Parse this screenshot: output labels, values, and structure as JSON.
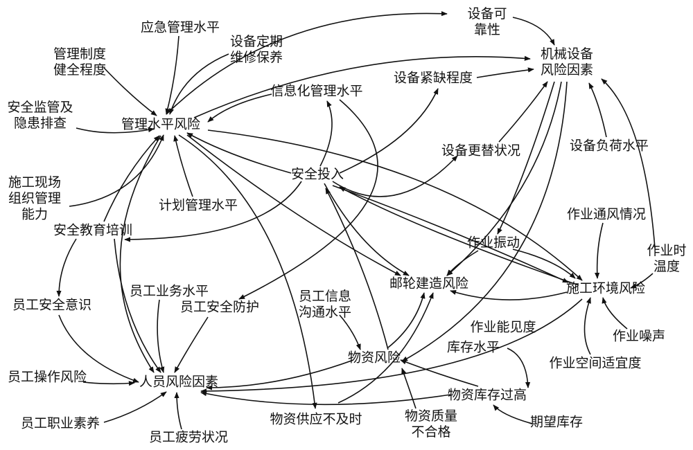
{
  "nodes": {
    "mechanical": [
      "机械设备",
      "风险因素"
    ],
    "equipReliability": [
      "设备可",
      "靠性"
    ],
    "emergencyMgmt": [
      "应急管理水平"
    ],
    "equipMaintenance": [
      "设备定期",
      "维修保养"
    ],
    "mgmtSystem": [
      "管理制度",
      "健全程度"
    ],
    "equipShortage": [
      "设备紧缺程度"
    ],
    "infoMgmt": [
      "信息化管理水平"
    ],
    "safetySupervision": [
      "安全监管及",
      "隐患排查"
    ],
    "mgmtRisk": [
      "管理水平风险"
    ],
    "equipLoad": [
      "设备负荷水平"
    ],
    "equipUpdate": [
      "设备更替状况"
    ],
    "safetyInput": [
      "安全投入"
    ],
    "siteOrg": [
      "施工现场",
      "组织管理",
      "能力"
    ],
    "planMgmt": [
      "计划管理水平"
    ],
    "ventilation": [
      "作业通风情况"
    ],
    "safetyTraining": [
      "安全教育培训"
    ],
    "vibration": [
      "作业振动"
    ],
    "workTemp": [
      "作业时",
      "温度"
    ],
    "cruiseRisk": [
      "邮轮建造风险"
    ],
    "envRisk": [
      "施工环境风险"
    ],
    "staffSkill": [
      "员工业务水平"
    ],
    "staffAwareness": [
      "员工安全意识"
    ],
    "staffProtection": [
      "员工安全防护"
    ],
    "staffComm": [
      "员工信息",
      "沟通水平"
    ],
    "visibility": [
      "作业能见度"
    ],
    "noise": [
      "作业噪声"
    ],
    "inventoryLevel": [
      "库存水平"
    ],
    "materialRisk": [
      "物资风险"
    ],
    "workSpace": [
      "作业空间适宜度"
    ],
    "staffOpRisk": [
      "员工操作风险"
    ],
    "personnelRisk": [
      "人员风险因素"
    ],
    "overstock": [
      "物资库存过高"
    ],
    "staffProfession": [
      "员工职业素养"
    ],
    "supplyShort": [
      "物资供应不及时"
    ],
    "qualityIssue": [
      "物资质量",
      "不合格"
    ],
    "expectedInventory": [
      "期望库存"
    ],
    "staffFatigue": [
      "员工疲劳状况"
    ]
  }
}
